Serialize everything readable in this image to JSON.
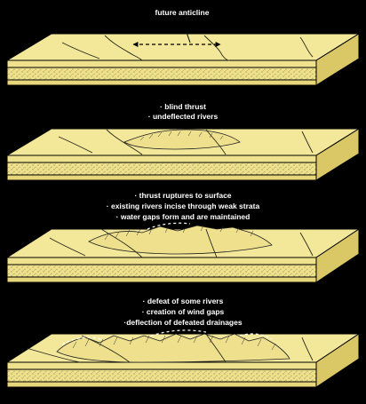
{
  "panels": [
    {
      "id": "stage-1",
      "labels": [
        "future anticline"
      ]
    },
    {
      "id": "stage-2",
      "labels": [
        "· blind thrust",
        "· undeflected rivers"
      ]
    },
    {
      "id": "stage-3",
      "labels": [
        "· thrust ruptures to surface",
        "· existing rivers incise through weak strata",
        "· water gaps form and are maintained"
      ]
    },
    {
      "id": "stage-4",
      "labels": [
        "· defeat of some rivers",
        "· creation of wind gaps",
        "·deflection of defeated drainages"
      ]
    }
  ],
  "colors": {
    "background": "#000000",
    "surface": "#f3e79a",
    "sand": "#efe08a",
    "text": "#ffffff"
  }
}
